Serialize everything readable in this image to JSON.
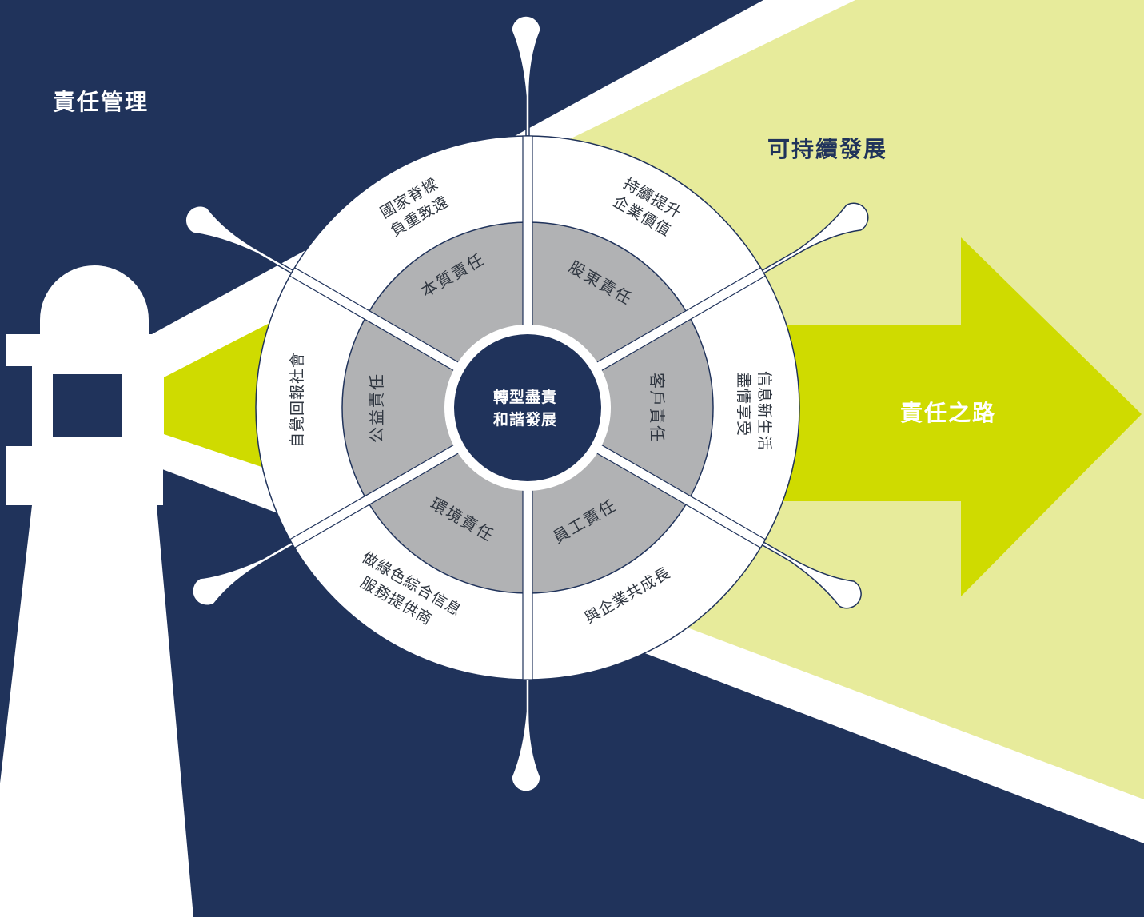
{
  "titles": {
    "management": "責任管理",
    "sustainable": "可持續發展",
    "road": "責任之路"
  },
  "hub": {
    "line1": "轉型盡責",
    "line2": "和諧發展"
  },
  "inner_segments": [
    {
      "id": "essential",
      "label": "本質責任"
    },
    {
      "id": "shareholder",
      "label": "股東責任"
    },
    {
      "id": "customer",
      "label": "客戶責任"
    },
    {
      "id": "employee",
      "label": "員工責任"
    },
    {
      "id": "environment",
      "label": "環境責任"
    },
    {
      "id": "public-welfare",
      "label": "公益責任"
    }
  ],
  "outer_segments": [
    {
      "id": "nation",
      "line1": "國家脊樑",
      "line2": "負重致遠"
    },
    {
      "id": "enterprise-value",
      "line1": "持續提升",
      "line2": "企業價值"
    },
    {
      "id": "new-life",
      "line1": "盡情享受",
      "line2": "信息新生活"
    },
    {
      "id": "grow-together",
      "line1": "與企業共成長",
      "line2": ""
    },
    {
      "id": "green-provider",
      "line1": "做綠色綜合信息",
      "line2": "服務提供商"
    },
    {
      "id": "give-back",
      "line1": "自覺回報社會",
      "line2": ""
    }
  ],
  "colors": {
    "navy": "#20335b",
    "light_green": "#e7eb9b",
    "lime": "#cfdb00",
    "white": "#ffffff",
    "inner_gray": "#b1b2b4",
    "outline": "#20335b"
  }
}
